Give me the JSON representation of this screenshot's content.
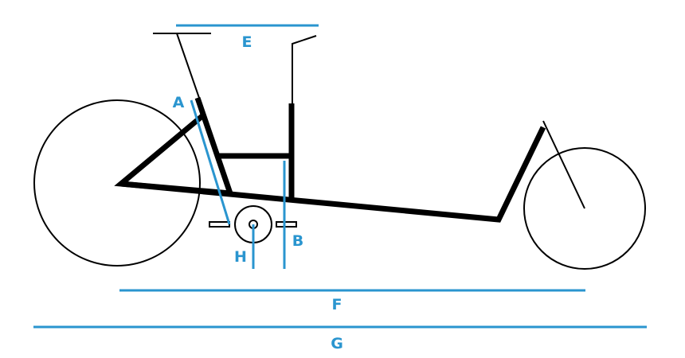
{
  "colors": {
    "dimension": "#2a95cf",
    "frame": "#000000",
    "background": "#ffffff"
  },
  "labels": {
    "a": "A",
    "b": "B",
    "e": "E",
    "f": "F",
    "g": "G",
    "h": "H"
  }
}
